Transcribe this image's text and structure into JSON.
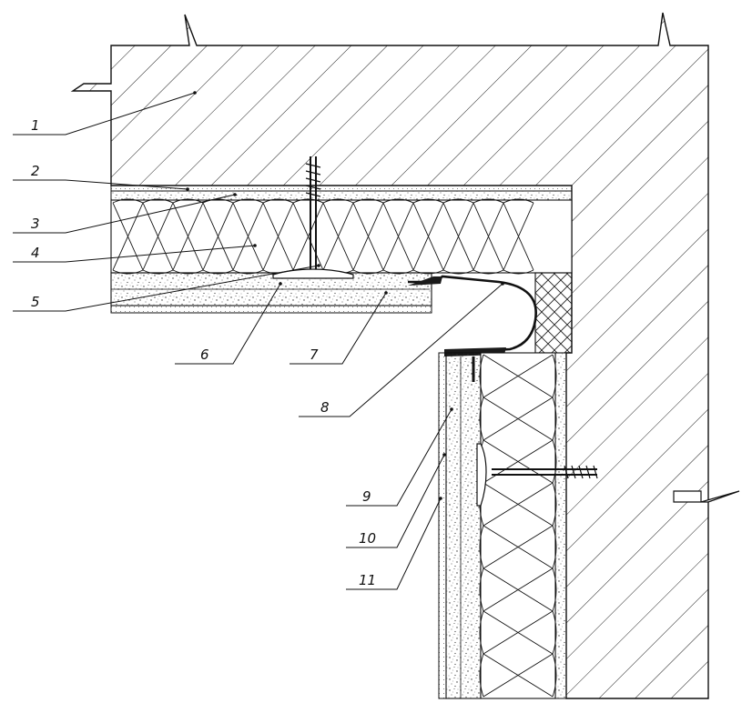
{
  "callouts": [
    {
      "id": "1",
      "label": "1"
    },
    {
      "id": "2",
      "label": "2"
    },
    {
      "id": "3",
      "label": "3"
    },
    {
      "id": "4",
      "label": "4"
    },
    {
      "id": "5",
      "label": "5"
    },
    {
      "id": "6",
      "label": "6"
    },
    {
      "id": "7",
      "label": "7"
    },
    {
      "id": "8",
      "label": "8"
    },
    {
      "id": "9",
      "label": "9"
    },
    {
      "id": "10",
      "label": "10"
    },
    {
      "id": "11",
      "label": "11"
    }
  ],
  "colors": {
    "ink": "#111111",
    "profile": "#1a1a1a",
    "background": "#ffffff"
  }
}
